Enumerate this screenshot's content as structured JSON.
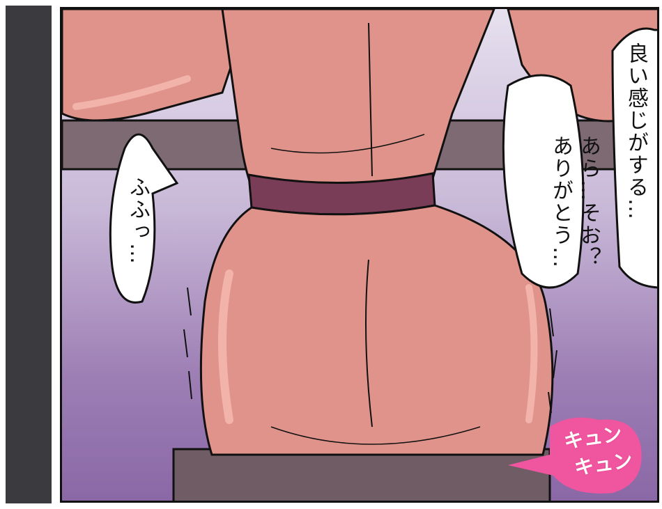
{
  "speech": {
    "bubble_right": "良い感じがする…",
    "bubble_middle_line1": "あら…そお？",
    "bubble_middle_line2": "ありがとう…",
    "bubble_left": "ふふっ…"
  },
  "sfx": {
    "line1": "キュン",
    "line2": "キュン"
  },
  "colors": {
    "skin": "#e0938a",
    "skin_highlight": "#f2b3aa",
    "waistband": "#7a3d57",
    "bench": "#7d6a72",
    "background_top": "#e6e0ee",
    "background_bottom": "#8a68a6",
    "sfx_bubble": "#f055a0"
  }
}
